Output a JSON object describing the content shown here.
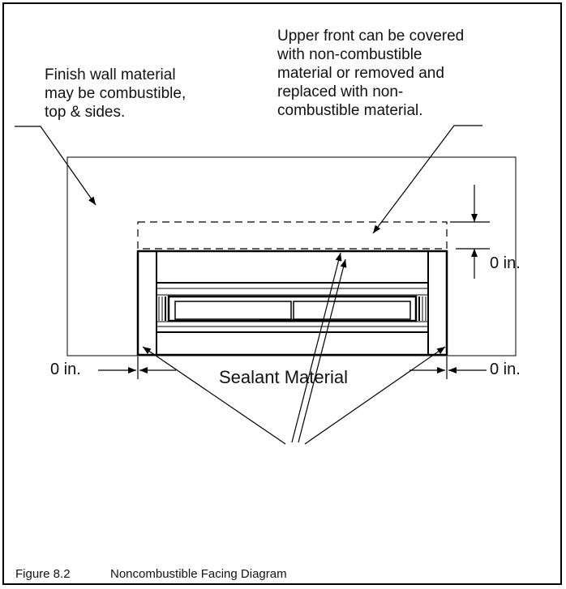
{
  "diagram": {
    "notes": {
      "finish_wall": "Finish wall material\nmay be combustible,\ntop & sides.",
      "upper_front": "Upper front can be covered\nwith non-combustible\nmaterial or removed and\nreplaced with non-\ncombustible material."
    },
    "dimensions": {
      "top_right": "0 in.",
      "bottom_left": "0 in.",
      "bottom_right": "0 in."
    },
    "sealant_label": "Sealant Material"
  },
  "caption": {
    "number": "Figure 8.2",
    "title": "Noncombustible Facing Diagram"
  }
}
